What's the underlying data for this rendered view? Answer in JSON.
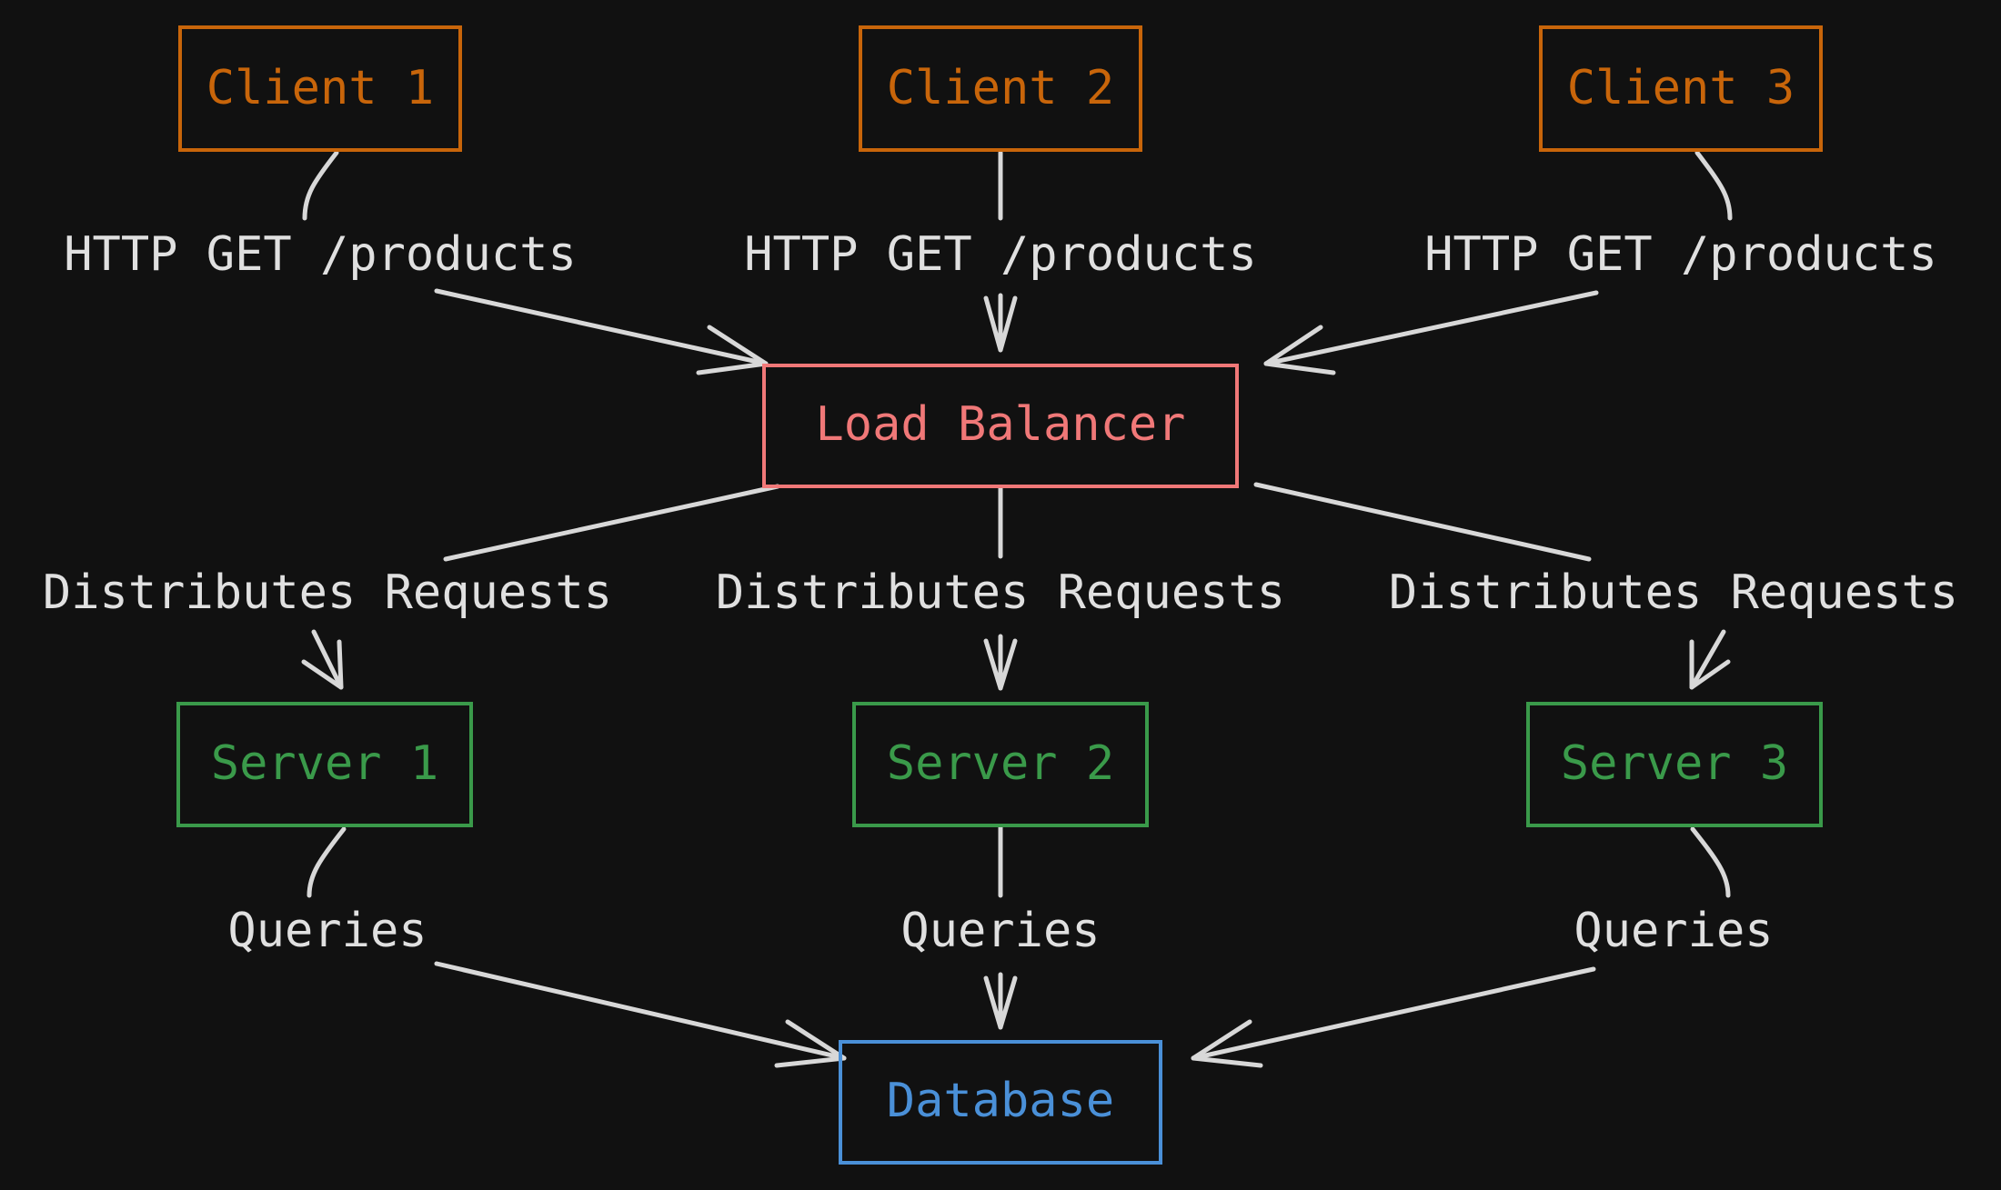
{
  "colors": {
    "background": "#111111",
    "client": "#c8650a",
    "load_balancer": "#f07878",
    "server": "#3a9a4a",
    "database": "#4a90d8",
    "edge": "#d8d8d8",
    "edge_label": "#e0e0e0"
  },
  "nodes": {
    "client_1": "Client 1",
    "client_2": "Client 2",
    "client_3": "Client 3",
    "load_balancer": "Load Balancer",
    "server_1": "Server 1",
    "server_2": "Server 2",
    "server_3": "Server 3",
    "database": "Database"
  },
  "edges": {
    "client_1_to_lb": "HTTP GET /products",
    "client_2_to_lb": "HTTP GET /products",
    "client_3_to_lb": "HTTP GET /products",
    "lb_to_server_1": "Distributes Requests",
    "lb_to_server_2": "Distributes Requests",
    "lb_to_server_3": "Distributes Requests",
    "server_1_to_db": "Queries",
    "server_2_to_db": "Queries",
    "server_3_to_db": "Queries"
  }
}
